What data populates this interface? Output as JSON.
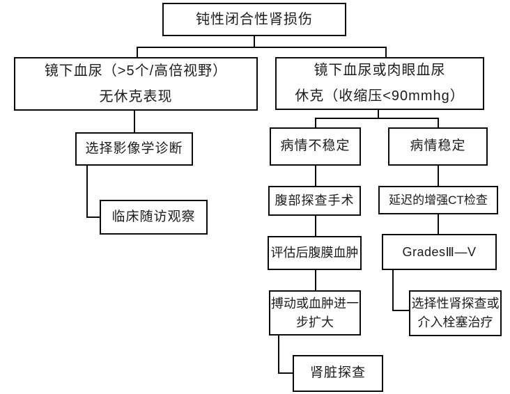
{
  "diagram": {
    "title": "钝性闭合性肾损伤",
    "colors": {
      "background": "#ffffff",
      "line": "#0a0a0a",
      "text": "#1c1c1c"
    },
    "nodes": {
      "root": {
        "text": "钝性闭合性肾损伤"
      },
      "micro_hematuria": {
        "text": "镜下血尿（>5个/高倍视野）\n无休克表现"
      },
      "gross_hematuria": {
        "text": "镜下血尿或肉眼血尿\n休克（收缩压<90mmhg）"
      },
      "imaging": {
        "text": "选择影像学诊断"
      },
      "followup": {
        "text": "临床随访观察"
      },
      "unstable": {
        "text": "病情不稳定"
      },
      "stable": {
        "text": "病情稳定"
      },
      "surgery": {
        "text": "腹部探查手术"
      },
      "delayed_ct": {
        "text": "延迟的增强CT检查"
      },
      "hematoma_eval": {
        "text": "评估后腹膜血肿"
      },
      "grades": {
        "text": "GradesⅢ—V"
      },
      "expanding": {
        "text": "搏动或血肿进一\n步扩大"
      },
      "selective": {
        "text": "选择性肾探查或\n介入栓塞治疗"
      },
      "renal_exploration": {
        "text": "肾脏探查"
      }
    }
  }
}
